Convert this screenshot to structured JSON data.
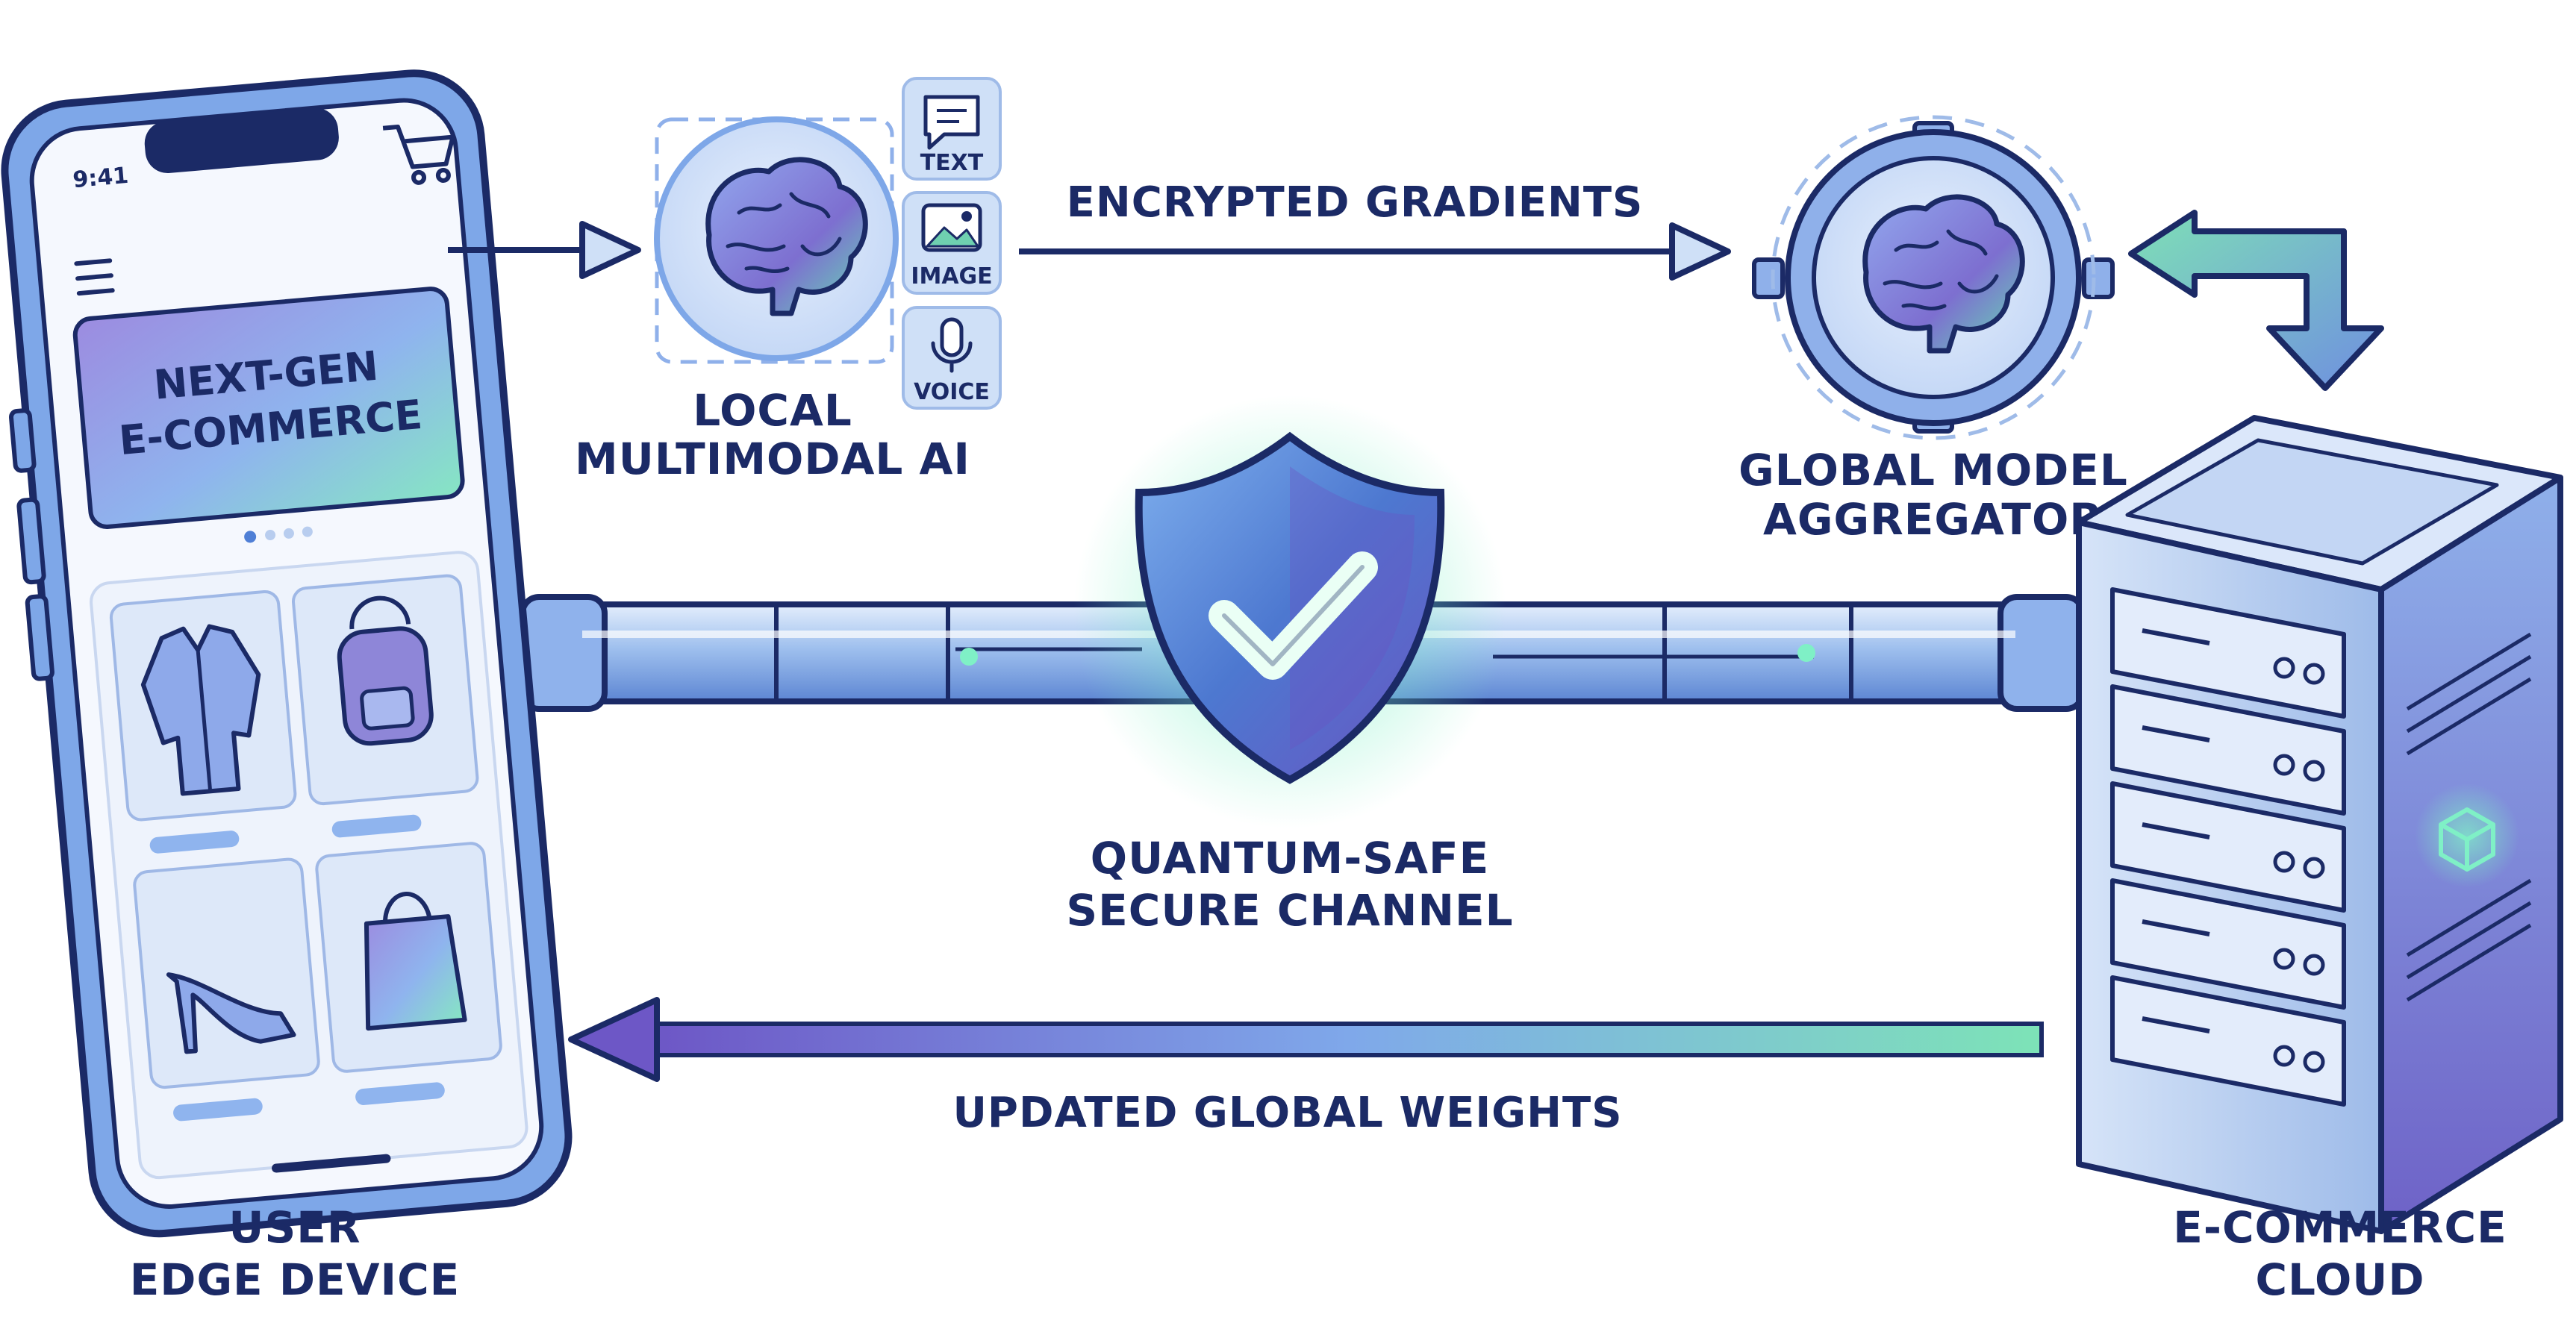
{
  "colors": {
    "outline": "#1b2a66",
    "blue": "#4f7fd6",
    "light_blue": "#cfe0f7",
    "purple": "#7b68c9",
    "green": "#6fe0b0"
  },
  "phone": {
    "status_time": "9:41",
    "banner_line1": "NEXT-GEN",
    "banner_line2": "E-COMMERCE",
    "icons": [
      "menu-icon",
      "cart-icon",
      "jacket-icon",
      "backpack-icon",
      "high-heel-icon",
      "shopping-bag-icon"
    ]
  },
  "local_ai": {
    "label_line1": "LOCAL",
    "label_line2": "MULTIMODAL AI",
    "modalities": [
      {
        "label": "TEXT",
        "icon": "chat-bubble-icon"
      },
      {
        "label": "IMAGE",
        "icon": "image-icon"
      },
      {
        "label": "VOICE",
        "icon": "microphone-icon"
      }
    ]
  },
  "arrows": {
    "top": "ENCRYPTED GRADIENTS",
    "bottom": "UPDATED GLOBAL WEIGHTS"
  },
  "aggregator": {
    "label_line1": "GLOBAL MODEL",
    "label_line2": "AGGREGATOR"
  },
  "channel": {
    "label_line1": "QUANTUM-SAFE",
    "label_line2": "SECURE CHANNEL"
  },
  "device": {
    "label_line1": "USER",
    "label_line2": "EDGE DEVICE"
  },
  "cloud": {
    "label_line1": "E-COMMERCE",
    "label_line2": "CLOUD"
  }
}
